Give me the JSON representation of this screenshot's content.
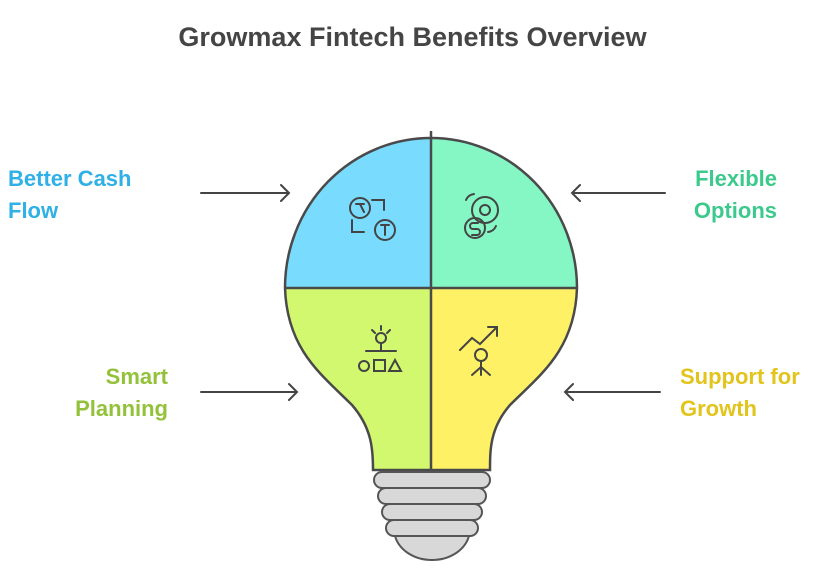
{
  "title": "Growmax Fintech Benefits Overview",
  "benefits": [
    {
      "line1": "Better Cash",
      "line2": "Flow",
      "color": "#2fb0e6",
      "fill": "#79dcff",
      "icon": "currency-exchange-icon"
    },
    {
      "line1": "Flexible",
      "line2": "Options",
      "color": "#3cc98c",
      "fill": "#84f7c5",
      "icon": "money-options-icon"
    },
    {
      "line1": "Smart",
      "line2": "Planning",
      "color": "#93c23a",
      "fill": "#d2f86f",
      "icon": "planning-idea-icon"
    },
    {
      "line1": "Support for",
      "line2": "Growth",
      "color": "#e3c41c",
      "fill": "#fff166",
      "icon": "growth-person-icon"
    }
  ]
}
